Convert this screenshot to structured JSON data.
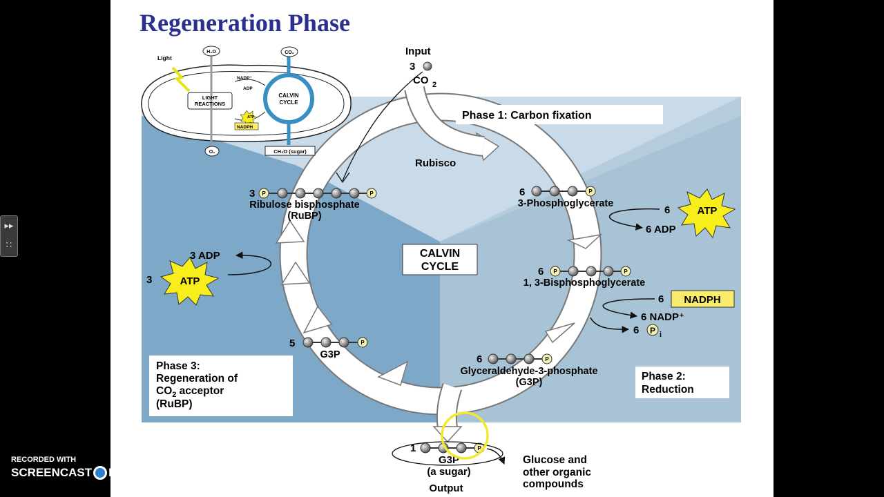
{
  "slide": {
    "title": "Regeneration Phase"
  },
  "diagram": {
    "input_label": "Input",
    "input_count": "3",
    "co2_label": "CO",
    "co2_sub": "2",
    "phase1_label": "Phase 1: Carbon fixation",
    "rubisco_label": "Rubisco",
    "center_line1": "CALVIN",
    "center_line2": "CYCLE",
    "rubp": {
      "count": "3",
      "name": "Ribulose bisphosphate",
      "abbr": "(RuBP)"
    },
    "pga": {
      "count": "6",
      "name": "3-Phosphoglycerate"
    },
    "atp_in_top": {
      "count": "6",
      "label": "ATP"
    },
    "adp_top": "6 ADP",
    "bpg": {
      "count": "6",
      "name": "1, 3-Bisphosphoglycerate"
    },
    "nadph": {
      "count": "6",
      "label": "NADPH"
    },
    "nadp_out": "6 NADP⁺",
    "pi_out_count": "6",
    "pi_symbol": "P",
    "pi_sub": "i",
    "g3p_main": {
      "count": "6",
      "name": "Glyceraldehyde-3-phosphate",
      "abbr": "(G3P)"
    },
    "g3p_recycle": {
      "count": "5",
      "name": "G3P"
    },
    "adp_left": "3 ADP",
    "atp_left": {
      "count": "3",
      "label": "ATP"
    },
    "phase2_line1": "Phase 2:",
    "phase2_line2": "Reduction",
    "phase3_line1": "Phase 3:",
    "phase3_line2": "Regeneration of",
    "phase3_line3a": "CO",
    "phase3_line3b": "2",
    "phase3_line3c": " acceptor",
    "phase3_line4": "(RuBP)",
    "output_count": "1",
    "output_name": "G3P",
    "output_desc": "(a sugar)",
    "output_label": "Output",
    "glucose_line1": "Glucose and",
    "glucose_line2": "other organic",
    "glucose_line3": "compounds",
    "phosphate_symbol": "P"
  },
  "inset": {
    "light": "Light",
    "h2o": "H₂O",
    "co2": "CO₂",
    "nadp": "NADP⁺",
    "adp": "ADP",
    "light_reactions_1": "LIGHT",
    "light_reactions_2": "REACTIONS",
    "calvin_1": "CALVIN",
    "calvin_2": "CYCLE",
    "atp": "ATP",
    "nadph": "NADPH",
    "o2": "O₂",
    "sugar": "CH₂O (sugar)"
  },
  "watermark": {
    "line1": "RECORDED WITH",
    "word1": "SCREENCAST",
    "word2": "MATIC"
  },
  "colors": {
    "title": "#2b2f8f",
    "panel_blue": "#7ea8c8",
    "panel_light": "#c9dbe8",
    "panel_mid": "#a9c2d6",
    "atp_burst": "#f7ee1b",
    "nadph_box": "#f9ec6c",
    "annotation_circle": "#f2e92e"
  }
}
